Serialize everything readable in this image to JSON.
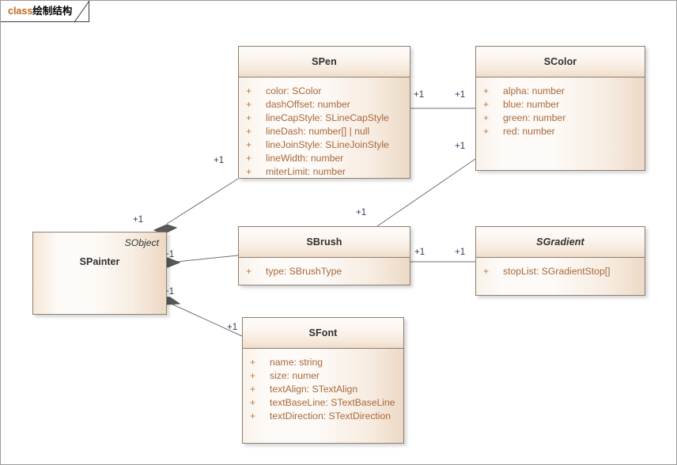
{
  "frame": {
    "keyword": "class",
    "name": "绘制结构"
  },
  "classes": {
    "spainter": {
      "name": "SPainter",
      "parent": "SObject"
    },
    "spen": {
      "name": "SPen",
      "abstract": false,
      "attributes": [
        {
          "visibility": "+",
          "text": "color: SColor"
        },
        {
          "visibility": "+",
          "text": "dashOffset: number"
        },
        {
          "visibility": "+",
          "text": "lineCapStyle: SLineCapStyle"
        },
        {
          "visibility": "+",
          "text": "lineDash: number[] | null"
        },
        {
          "visibility": "+",
          "text": "lineJoinStyle: SLineJoinStyle"
        },
        {
          "visibility": "+",
          "text": "lineWidth: number"
        },
        {
          "visibility": "+",
          "text": "miterLimit: number"
        }
      ]
    },
    "scolor": {
      "name": "SColor",
      "abstract": false,
      "attributes": [
        {
          "visibility": "+",
          "text": "alpha: number"
        },
        {
          "visibility": "+",
          "text": "blue: number"
        },
        {
          "visibility": "+",
          "text": "green: number"
        },
        {
          "visibility": "+",
          "text": "red: number"
        }
      ]
    },
    "sbrush": {
      "name": "SBrush",
      "abstract": false,
      "attributes": [
        {
          "visibility": "+",
          "text": "type: SBrushType"
        }
      ]
    },
    "sgradient": {
      "name": "SGradient",
      "abstract": true,
      "attributes": [
        {
          "visibility": "+",
          "text": "stopList: SGradientStop[]"
        }
      ]
    },
    "sfont": {
      "name": "SFont",
      "abstract": false,
      "attributes": [
        {
          "visibility": "+",
          "text": "name: string"
        },
        {
          "visibility": "+",
          "text": "size: numer"
        },
        {
          "visibility": "+",
          "text": "textAlign: STextAlign"
        },
        {
          "visibility": "+",
          "text": "textBaseLine: STextBaseLine"
        },
        {
          "visibility": "+",
          "text": "textDirection: STextDirection"
        }
      ]
    }
  },
  "multiplicities": {
    "painter_pen_source": "+1",
    "painter_pen_target": "+1",
    "painter_brush_source": "+1",
    "painter_brush_target": "+1",
    "painter_font_source": "+1",
    "painter_font_target": "+1",
    "pen_color_source": "+1",
    "pen_color_target": "+1",
    "brush_color_source": "+1",
    "brush_color_target": "+1",
    "brush_gradient_source": "+1",
    "brush_gradient_target": "+1"
  },
  "colors": {
    "box_border": "#8d7f72",
    "attr_text": "#a8683a",
    "visibility": "#c07a3c",
    "title_text": "#30302f",
    "line": "#6f6f6f",
    "diamond": "#595959",
    "mult_text": "#2c3a52",
    "keyword": "#c06820"
  }
}
